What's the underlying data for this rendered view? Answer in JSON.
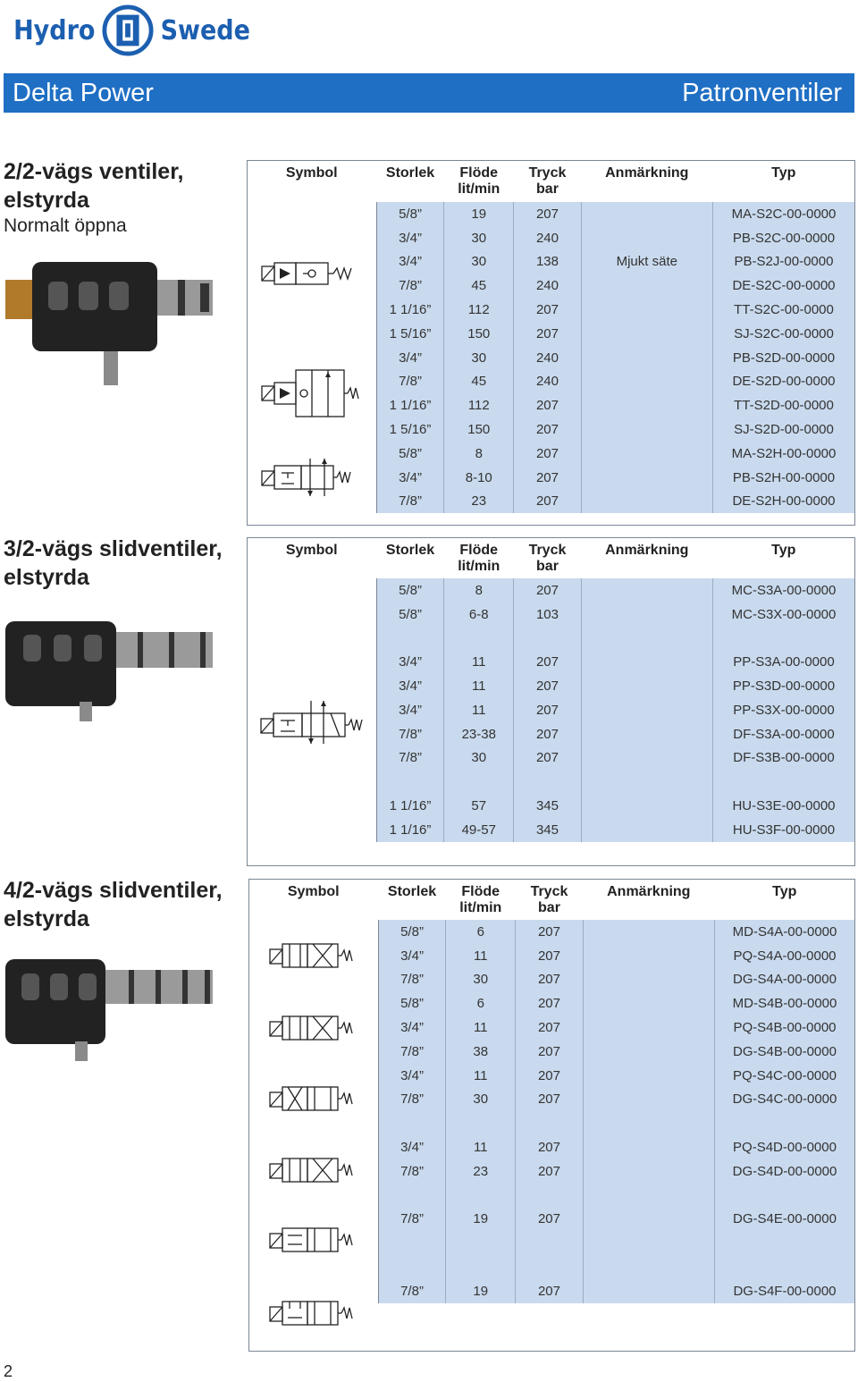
{
  "brand": {
    "left": "Hydro",
    "right": "Swede",
    "color": "#1c5fb0"
  },
  "banner": {
    "left": "Delta Power",
    "right": "Patronventiler",
    "color": "#1f6fc4"
  },
  "headers": {
    "symbol": "Symbol",
    "size": "Storlek",
    "flow": "Flöde",
    "flow_unit": "lit/min",
    "pressure": "Tryck",
    "pressure_unit": "bar",
    "remark": "Anmärkning",
    "type": "Typ"
  },
  "sections": [
    {
      "title": "2/2-vägs ventiler, elstyrda",
      "subtitle": "Normalt öppna",
      "groups": [
        {
          "symbol": "2-2-normally-open-check-symbol",
          "rows": [
            [
              "5/8”",
              "19",
              "207",
              "",
              "MA-S2C-00-0000"
            ],
            [
              "3/4”",
              "30",
              "240",
              "",
              "PB-S2C-00-0000"
            ],
            [
              "3/4”",
              "30",
              "138",
              "Mjukt säte",
              "PB-S2J-00-0000"
            ],
            [
              "7/8”",
              "45",
              "240",
              "",
              "DE-S2C-00-0000"
            ],
            [
              "1 1/16”",
              "112",
              "207",
              "",
              "TT-S2C-00-0000"
            ],
            [
              "1 5/16”",
              "150",
              "207",
              "",
              "SJ-S2C-00-0000"
            ]
          ]
        },
        {
          "symbol": "2-2-check-symbol",
          "rows": [
            [
              "3/4”",
              "30",
              "240",
              "",
              "PB-S2D-00-0000"
            ],
            [
              "7/8”",
              "45",
              "240",
              "",
              "DE-S2D-00-0000"
            ],
            [
              "1 1/16”",
              "112",
              "207",
              "",
              "TT-S2D-00-0000"
            ],
            [
              "1 5/16”",
              "150",
              "207",
              "",
              "SJ-S2D-00-0000"
            ]
          ]
        },
        {
          "symbol": "2-2-blocked-symbol",
          "rows": [
            [
              "5/8”",
              "8",
              "207",
              "",
              "MA-S2H-00-0000"
            ],
            [
              "3/4”",
              "8-10",
              "207",
              "",
              "PB-S2H-00-0000"
            ],
            [
              "7/8”",
              "23",
              "207",
              "",
              "DE-S2H-00-0000"
            ]
          ]
        }
      ]
    },
    {
      "title": "3/2-vägs slidventiler, elstyrda",
      "subtitle": "",
      "groups": [
        {
          "symbol": "",
          "rows": [
            [
              "5/8”",
              "8",
              "207",
              "",
              "MC-S3A-00-0000"
            ],
            [
              "5/8”",
              "6-8",
              "103",
              "",
              "MC-S3X-00-0000"
            ],
            [
              "",
              "",
              "",
              "",
              ""
            ],
            [
              "3/4”",
              "11",
              "207",
              "",
              "PP-S3A-00-0000"
            ],
            [
              "3/4”",
              "11",
              "207",
              "",
              "PP-S3D-00-0000"
            ],
            [
              "3/4”",
              "11",
              "207",
              "",
              "PP-S3X-00-0000"
            ],
            [
              "7/8”",
              "23-38",
              "207",
              "",
              "DF-S3A-00-0000"
            ],
            [
              "7/8”",
              "30",
              "207",
              "",
              "DF-S3B-00-0000"
            ],
            [
              "",
              "",
              "",
              "",
              ""
            ],
            [
              "1 1/16”",
              "57",
              "345",
              "",
              "HU-S3E-00-0000"
            ],
            [
              "1 1/16”",
              "49-57",
              "345",
              "",
              "HU-S3F-00-0000"
            ]
          ]
        }
      ]
    },
    {
      "title": "4/2-vägs slidventiler, elstyrda",
      "subtitle": "",
      "groups": [
        {
          "symbol": "",
          "rows": [
            [
              "5/8”",
              "6",
              "207",
              "",
              "MD-S4A-00-0000"
            ],
            [
              "3/4”",
              "11",
              "207",
              "",
              "PQ-S4A-00-0000"
            ],
            [
              "7/8”",
              "30",
              "207",
              "",
              "DG-S4A-00-0000"
            ],
            [
              "5/8”",
              "6",
              "207",
              "",
              "MD-S4B-00-0000"
            ],
            [
              "3/4”",
              "11",
              "207",
              "",
              "PQ-S4B-00-0000"
            ],
            [
              "7/8”",
              "38",
              "207",
              "",
              "DG-S4B-00-0000"
            ],
            [
              "3/4”",
              "11",
              "207",
              "",
              "PQ-S4C-00-0000"
            ],
            [
              "7/8”",
              "30",
              "207",
              "",
              "DG-S4C-00-0000"
            ],
            [
              "",
              "",
              "",
              "",
              ""
            ],
            [
              "3/4”",
              "11",
              "207",
              "",
              "PQ-S4D-00-0000"
            ],
            [
              "7/8”",
              "23",
              "207",
              "",
              "DG-S4D-00-0000"
            ],
            [
              "",
              "",
              "",
              "",
              ""
            ],
            [
              "7/8”",
              "19",
              "207",
              "",
              "DG-S4E-00-0000"
            ],
            [
              "",
              "",
              "",
              "",
              ""
            ],
            [
              "",
              "",
              "",
              "",
              ""
            ],
            [
              "7/8”",
              "19",
              "207",
              "",
              "DG-S4F-00-0000"
            ]
          ]
        }
      ]
    }
  ],
  "page_number": "2"
}
